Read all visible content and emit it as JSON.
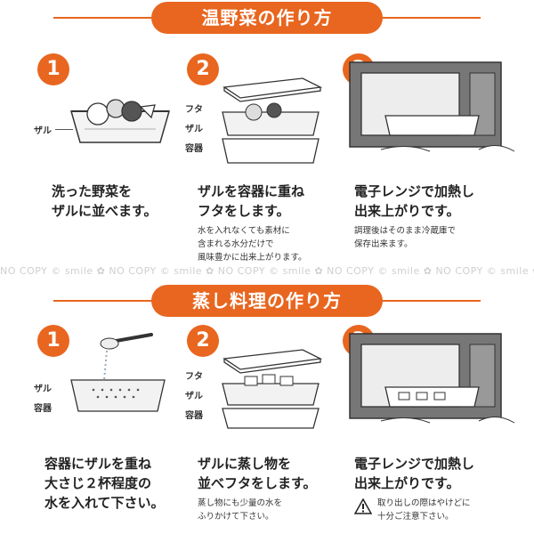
{
  "sections": [
    {
      "title": "温野菜の作り方",
      "steps": [
        {
          "num": "1",
          "tags": [
            "ザル"
          ],
          "text": "洗った野菜を\nザルに並べます。",
          "note": ""
        },
        {
          "num": "2",
          "tags": [
            "フタ",
            "ザル",
            "容器"
          ],
          "text": "ザルを容器に重ね\nフタをします。",
          "note": "水を入れなくても素材に\n含まれる水分だけで\n風味豊かに出来上がります。"
        },
        {
          "num": "3",
          "tags": [],
          "text": "電子レンジで加熱し\n出来上がりです。",
          "note": "調理後はそのまま冷蔵庫で\n保存出来ます。"
        }
      ]
    },
    {
      "title": "蒸し料理の作り方",
      "steps": [
        {
          "num": "1",
          "tags": [
            "ザル",
            "容器"
          ],
          "text": "容器にザルを重ね\n大さじ２杯程度の\n水を入れて下さい。",
          "note": ""
        },
        {
          "num": "2",
          "tags": [
            "フタ",
            "ザル",
            "容器"
          ],
          "text": "ザルに蒸し物を\n並べフタをします。",
          "note": "蒸し物にも少量の水を\nふりかけて下さい。"
        },
        {
          "num": "3",
          "tags": [],
          "text": "電子レンジで加熱し\n出来上がりです。",
          "note": "取り出しの際はやけどに\n十分ご注意下さい。"
        }
      ]
    }
  ],
  "watermark": "NO COPY © smile ✿ NO COPY © smile ✿ NO COPY © smile ✿ NO COPY © smile ✿ NO COPY © smile ✿",
  "colors": {
    "accent": "#e8661f",
    "text": "#222222"
  }
}
